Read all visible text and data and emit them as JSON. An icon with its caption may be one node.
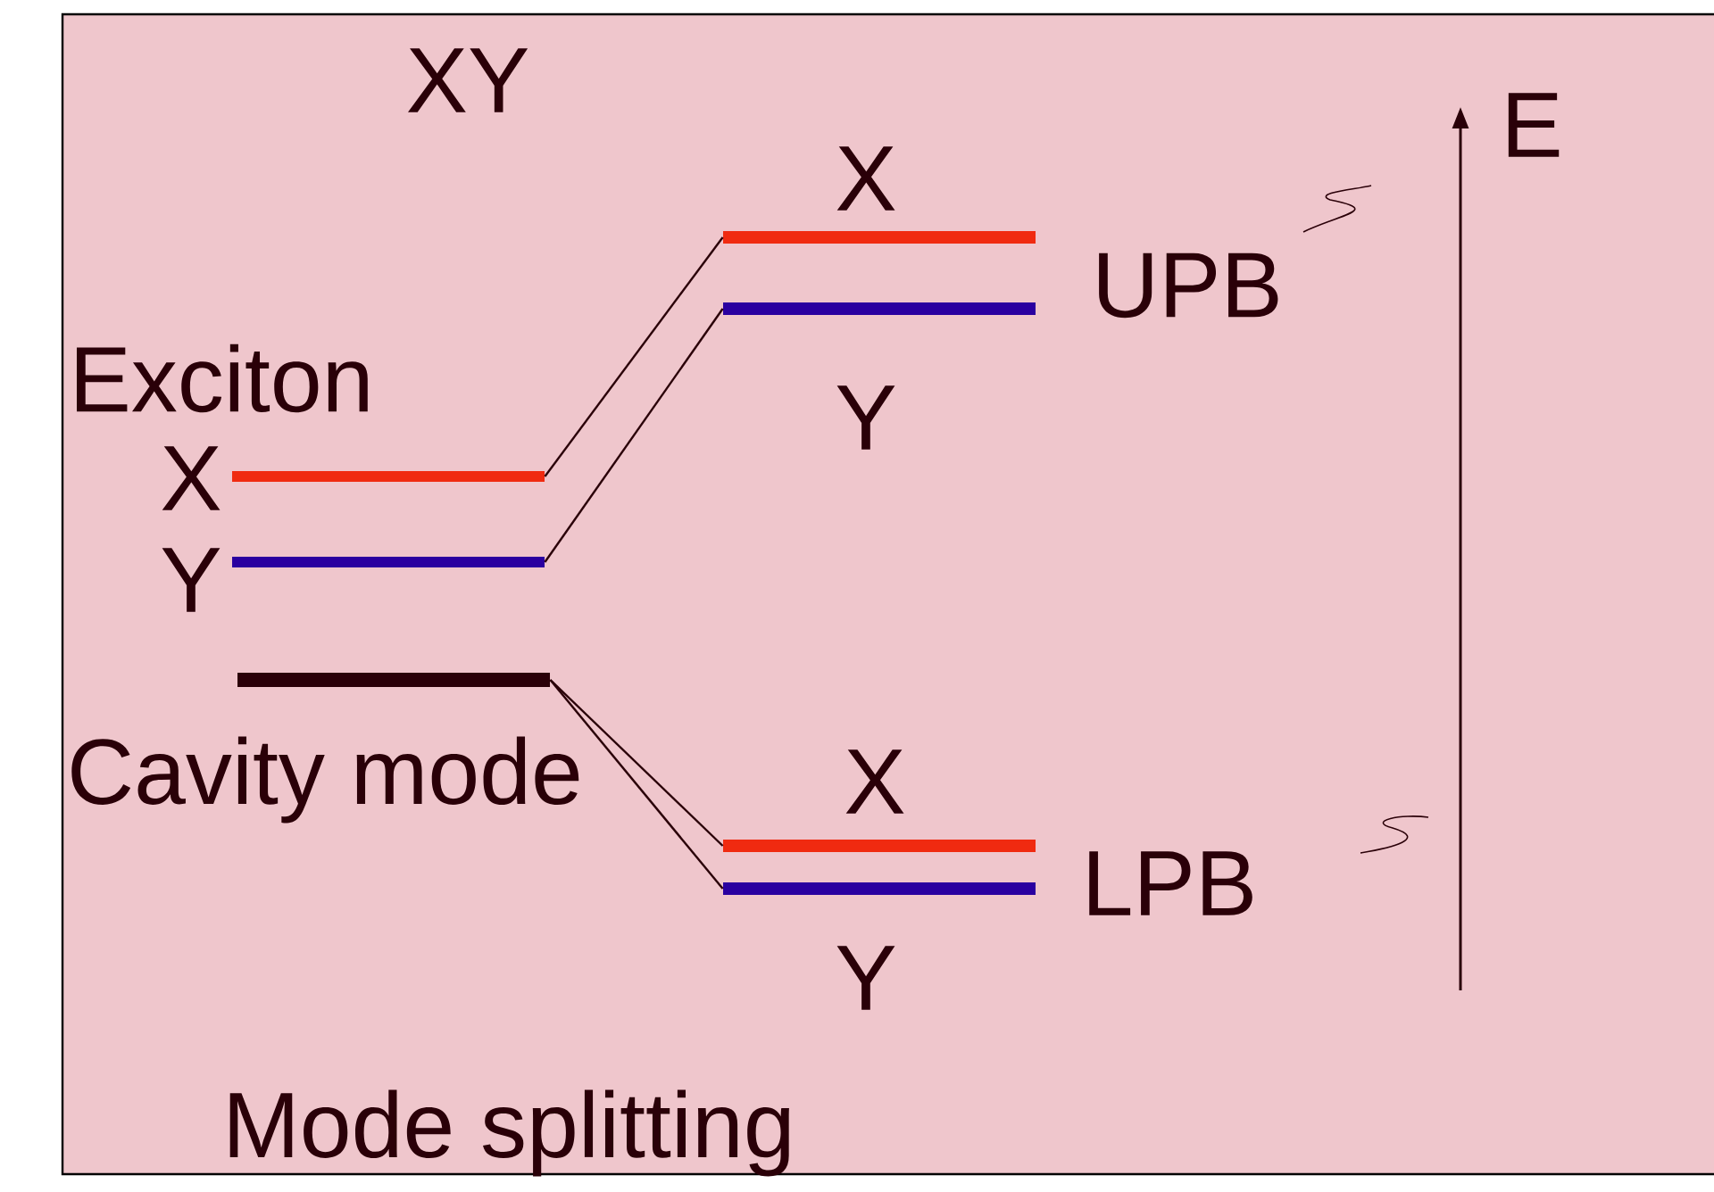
{
  "diagram": {
    "nodes": [
      {
        "text": [],
        "shape": "bar"
      },
      {
        "text": [],
        "shape": "bar"
      },
      {
        "text": [],
        "shape": "bar"
      },
      {
        "text": [],
        "shape": "bar"
      },
      {
        "text": [],
        "shape": "bar"
      },
      {
        "text": [],
        "shape": "bar"
      },
      {
        "text": [],
        "shape": "bar"
      }
    ],
    "edges": [
      {
        "from": 0,
        "to": 3,
        "arrow": "none"
      },
      {
        "from": 1,
        "to": 4,
        "arrow": "none"
      },
      {
        "from": 2,
        "to": 5,
        "arrow": "none"
      },
      {
        "from": 2,
        "to": 6,
        "arrow": "none"
      }
    ],
    "labels": [
      "XY",
      "E",
      "X",
      "UPB",
      "Exciton",
      "Y",
      "X",
      "Y",
      "Cavity mode",
      "X",
      "LPB",
      "Y",
      "Mode splitting"
    ]
  }
}
